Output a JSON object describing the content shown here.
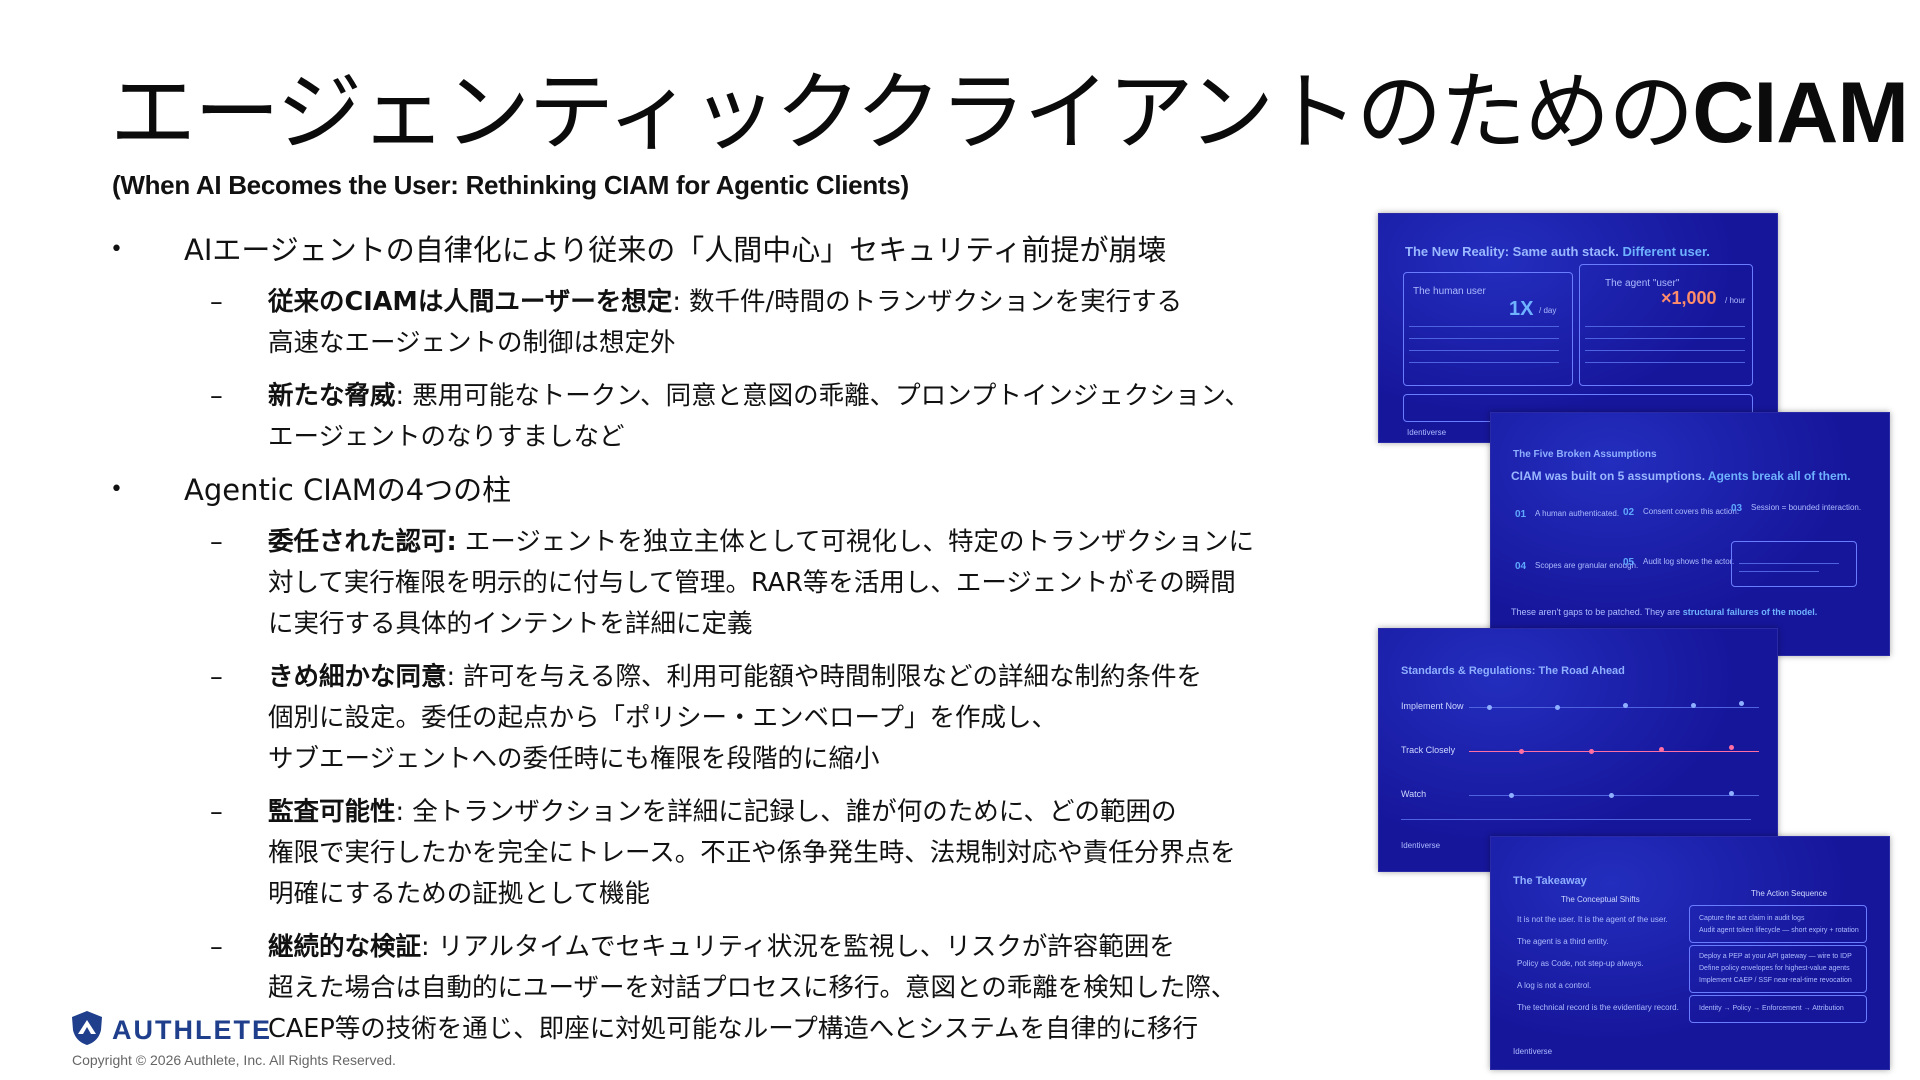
{
  "slide": {
    "title_jp": "エージェンティッククライアントのための",
    "title_en": "CIAM",
    "subtitle": "(When AI Becomes the User: Rethinking CIAM for Agentic Clients)"
  },
  "bullets": [
    {
      "text": "AIエージェントの自律化により従来の「人間中心」セキュリティ前提が崩壊",
      "sub": [
        {
          "bold": "従来のCIAMは人間ユーザーを想定",
          "lines": [
            ": 数千件/時間のトランザクションを実行する",
            "高速なエージェントの制御は想定外"
          ]
        },
        {
          "bold": "新たな脅威",
          "lines": [
            ": 悪用可能なトークン、同意と意図の乖離、プロンプトインジェクション、",
            "エージェントのなりすましなど"
          ]
        }
      ]
    },
    {
      "text": "Agentic CIAMの4つの柱",
      "sub": [
        {
          "bold": "委任された認可:",
          "lines": [
            " エージェントを独立主体として可視化し、特定のトランザクションに",
            "対して実行権限を明示的に付与して管理。RAR等を活用し、エージェントがその瞬間",
            "に実行する具体的インテントを詳細に定義"
          ]
        },
        {
          "bold": "きめ細かな同意",
          "lines": [
            ": 許可を与える際、利用可能額や時間制限などの詳細な制約条件を",
            "個別に設定。委任の起点から「ポリシー・エンベロープ」を作成し、",
            "サブエージェントへの委任時にも権限を段階的に縮小"
          ]
        },
        {
          "bold": "監査可能性",
          "lines": [
            ": 全トランザクションを詳細に記録し、誰が何のために、どの範囲の",
            "権限で実行したかを完全にトレース。不正や係争発生時、法規制対応や責任分界点を",
            "明確にするための証拠として機能"
          ]
        },
        {
          "bold": "継続的な検証",
          "lines": [
            ": リアルタイムでセキュリティ状況を監視し、リスクが許容範囲を",
            "超えた場合は自動的にユーザーを対話プロセスに移行。意図との乖離を検知した際、",
            "CAEP等の技術を通じ、即座に対処可能なループ構造へとシステムを自律的に移行"
          ]
        }
      ]
    }
  ],
  "thumbnails": {
    "t1": {
      "heading_a": "The New Reality:",
      "heading_b": "Same auth stack.",
      "heading_c": "Different user.",
      "left_label": "The human user",
      "right_label": "The agent \"user\"",
      "left_rate": "1X",
      "left_unit": "/ day",
      "right_rate": "×1,000",
      "right_unit": "/ hour",
      "brand": "Identiverse"
    },
    "t2": {
      "kicker": "The Five Broken Assumptions",
      "heading_a": "CIAM was built on 5 assumptions.",
      "heading_b": "Agents break all of them.",
      "nums": [
        "01",
        "02",
        "03",
        "04",
        "05"
      ],
      "items": [
        "A human authenticated.",
        "Consent covers this action.",
        "Session = bounded interaction.",
        "Scopes are granular enough.",
        "Audit log shows the actor."
      ],
      "footer_a": "These aren't gaps to be patched. They are",
      "footer_b": "structural failures of the model."
    },
    "t3": {
      "heading": "Standards & Regulations: The Road Ahead",
      "rows": [
        "Implement Now",
        "Track Closely",
        "Watch"
      ],
      "brand": "Identiverse"
    },
    "t4": {
      "heading": "The Takeaway",
      "col_left": "The Conceptual Shifts",
      "col_right": "The Action Sequence",
      "shifts": [
        "It is not the user. It is the agent of the user.",
        "The agent is a third entity.",
        "Policy as Code, not step-up always.",
        "A log is not a control.",
        "The technical record is the evidentiary record."
      ],
      "actions": [
        "Capture the act claim in audit logs",
        "Audit agent token lifecycle — short expiry + rotation",
        "Deploy a PEP at your API gateway — wire to IDP",
        "Define policy envelopes for highest-value agents",
        "Implement CAEP / SSF near-real-time revocation",
        "Identity → Policy → Enforcement → Attribution"
      ],
      "brand": "Identiverse"
    }
  },
  "footer": {
    "logo_text": "AUTHLETE",
    "copyright": "Copyright © 2026 Authlete, Inc. All Rights Reserved."
  },
  "colors": {
    "brand_blue": "#1f3f8c",
    "slide_bg": "#16169b",
    "accent": "#6fb2ff"
  }
}
